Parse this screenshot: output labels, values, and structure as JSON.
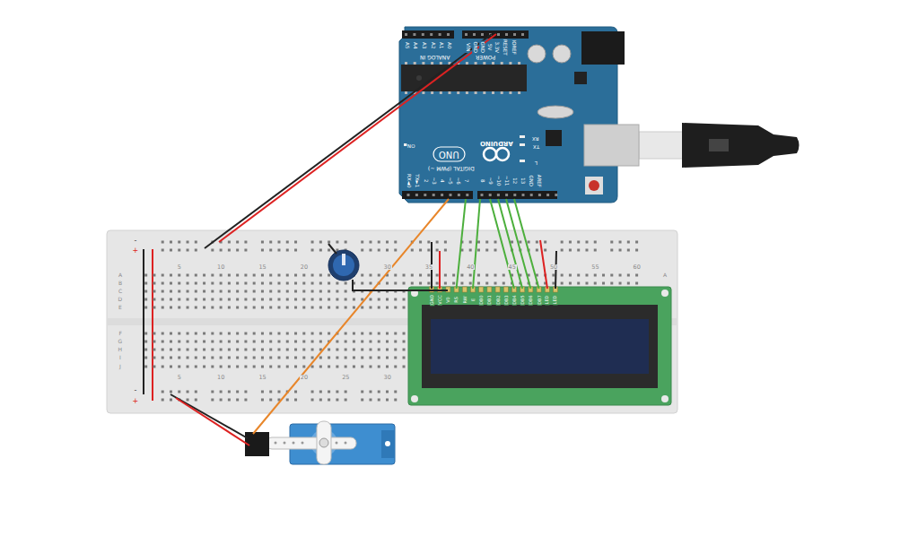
{
  "diagram": {
    "nodes": [
      {
        "text": [
          "UNO",
          "ARDUINO"
        ]
      }
    ],
    "labels": [
      "A5",
      "A4",
      "A3",
      "A2",
      "A1",
      "A0",
      "ANALOG IN",
      "POWER",
      "VIN",
      "GND",
      "GND",
      "5V",
      "3.3V",
      "RESET",
      "IOREF",
      "RX◄0",
      "TX►1",
      "2",
      "~3",
      "4",
      "~5",
      "~6",
      "7",
      "8",
      "~9",
      "~10",
      "~11",
      "12",
      "13",
      "GND",
      "AREF",
      "DIGITAL (PWM ~)",
      "RX",
      "TX",
      "L",
      "ON",
      "5",
      "10",
      "15",
      "20",
      "30",
      "35",
      "40",
      "45",
      "50",
      "55",
      "60",
      "5",
      "10",
      "15",
      "20",
      "25",
      "30",
      "A",
      "B",
      "C",
      "D",
      "E",
      "F",
      "G",
      "H",
      "I",
      "J",
      "A",
      "-",
      "+",
      "-",
      "+",
      "GND",
      "VCC",
      "V0",
      "RS",
      "RW",
      "E",
      "DB0",
      "DB1",
      "DB2",
      "DB3",
      "DB4",
      "DB5",
      "DB6",
      "DB7",
      "LED",
      "LED"
    ]
  }
}
